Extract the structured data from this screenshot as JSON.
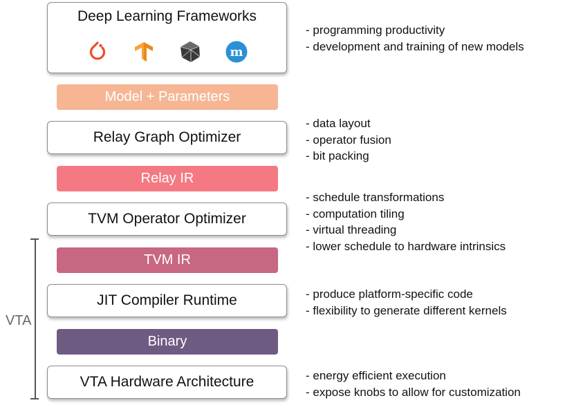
{
  "stack": {
    "frameworks": {
      "label": "Deep Learning Frameworks",
      "icons": [
        "pytorch-icon",
        "tensorflow-icon",
        "mxnet-icon",
        "keras-icon"
      ],
      "notes": [
        "- programming productivity",
        "- development and training of new models"
      ]
    },
    "model_params": {
      "label": "Model + Parameters",
      "color": "#F6B694"
    },
    "relay_optimizer": {
      "label": "Relay Graph Optimizer",
      "notes": [
        "- data layout",
        "- operator fusion",
        "- bit packing"
      ]
    },
    "relay_ir": {
      "label": "Relay IR",
      "color": "#F47982"
    },
    "tvm_optimizer": {
      "label": "TVM Operator Optimizer",
      "notes": [
        "- schedule transformations",
        "- computation tiling",
        "- virtual threading",
        "- lower schedule to hardware intrinsics"
      ]
    },
    "tvm_ir": {
      "label": "TVM IR",
      "color": "#C76782"
    },
    "jit_runtime": {
      "label": "JIT Compiler Runtime",
      "notes": [
        "- produce platform-specific code",
        "- flexibility to generate different kernels"
      ]
    },
    "binary": {
      "label": "Binary",
      "color": "#6E5B82"
    },
    "vta_hw": {
      "label": "VTA Hardware Architecture",
      "notes": [
        "- energy efficient execution",
        "- expose knobs to allow for customization"
      ]
    }
  },
  "vta_bracket": {
    "label": "VTA"
  }
}
